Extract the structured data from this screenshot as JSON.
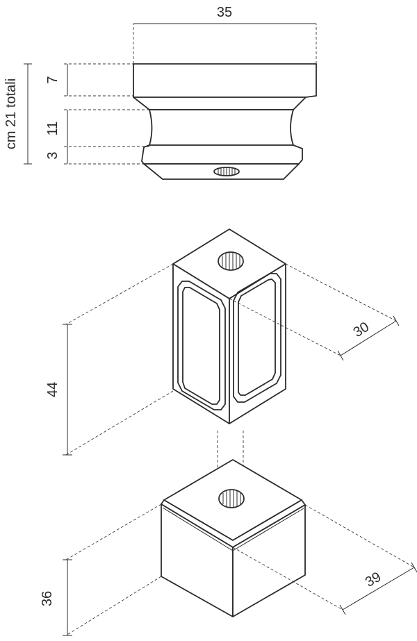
{
  "dimensions": {
    "top_width": "35",
    "upper_height": "7",
    "middle_height": "11",
    "lower_height": "3",
    "total_height": "cm 21 totali",
    "upper_block_height": "44",
    "upper_block_depth": "30",
    "lower_block_height": "36",
    "lower_block_depth": "39"
  }
}
